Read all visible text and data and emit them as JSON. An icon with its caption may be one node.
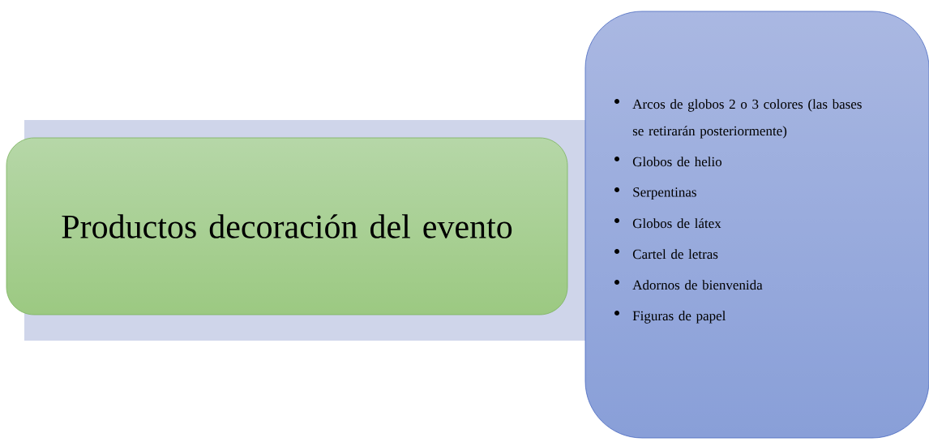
{
  "diagram": {
    "nodes": [
      {
        "text": [
          "Productos decoración del evento"
        ]
      },
      {
        "text": [
          "Arcos de globos 2 o 3 colores (las bases se retirarán posteriormente)",
          "Globos de helio",
          "Serpentinas",
          "Globos de látex",
          "Cartel de letras",
          "Adornos de bienvenida",
          "Figuras de papel"
        ]
      }
    ]
  }
}
